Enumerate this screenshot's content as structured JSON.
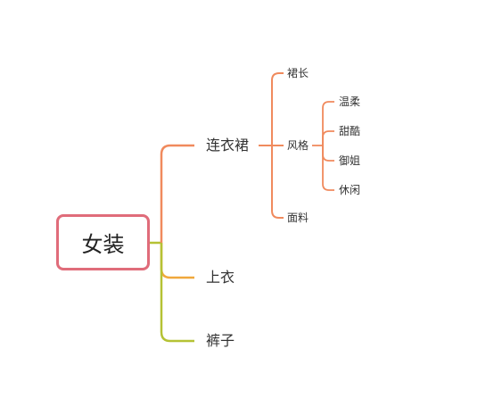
{
  "root": {
    "label": "女装"
  },
  "branches": [
    {
      "label": "连衣裙",
      "color": "#f08a5d",
      "children": [
        {
          "label": "裙长"
        },
        {
          "label": "风格",
          "children": [
            "温柔",
            "甜酷",
            "御姐",
            "休闲"
          ]
        },
        {
          "label": "面料"
        }
      ]
    },
    {
      "label": "上衣",
      "color": "#f0a83c",
      "children": []
    },
    {
      "label": "裤子",
      "color": "#b5c234",
      "children": []
    }
  ],
  "colors": {
    "root_border": "#e06c7a",
    "dress": "#f08a5d",
    "top": "#f0a83c",
    "pants": "#b5c234"
  }
}
